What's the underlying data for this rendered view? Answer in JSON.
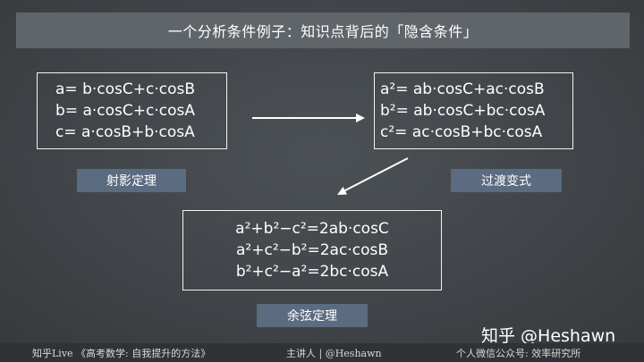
{
  "title": "一个分析条件例子：知识点背后的「隐含条件」",
  "projection_box": {
    "lines": [
      "a= b·cosC+c·cosB",
      "b= a·cosC+c·cosA",
      "c= a·cosB+b·cosA"
    ],
    "label": "射影定理"
  },
  "transition_box": {
    "lines": [
      "a²= ab·cosC+ac·cosB",
      "b²= ab·cosC+bc·cosA",
      "c²= ac·cosB+bc·cosA"
    ],
    "label": "过渡变式"
  },
  "cosine_box": {
    "lines": [
      "a²+b²−c²=2ab·cosC",
      "a²+c²−b²=2ac·cosB",
      "b²+c²−a²=2bc·cosA"
    ],
    "label": "余弦定理"
  },
  "watermark": "知乎 @Heshawn",
  "footer": {
    "left": "知乎Live 《高考数学: 自我提升的方法》",
    "middle": "主讲人 | @Heshawn",
    "right": "个人微信公众号: 效率研究所"
  },
  "colors": {
    "background": "#404448",
    "title_bar": "#60656a",
    "label_bg": "#5b6b80",
    "footer_bg": "#2f3336"
  }
}
